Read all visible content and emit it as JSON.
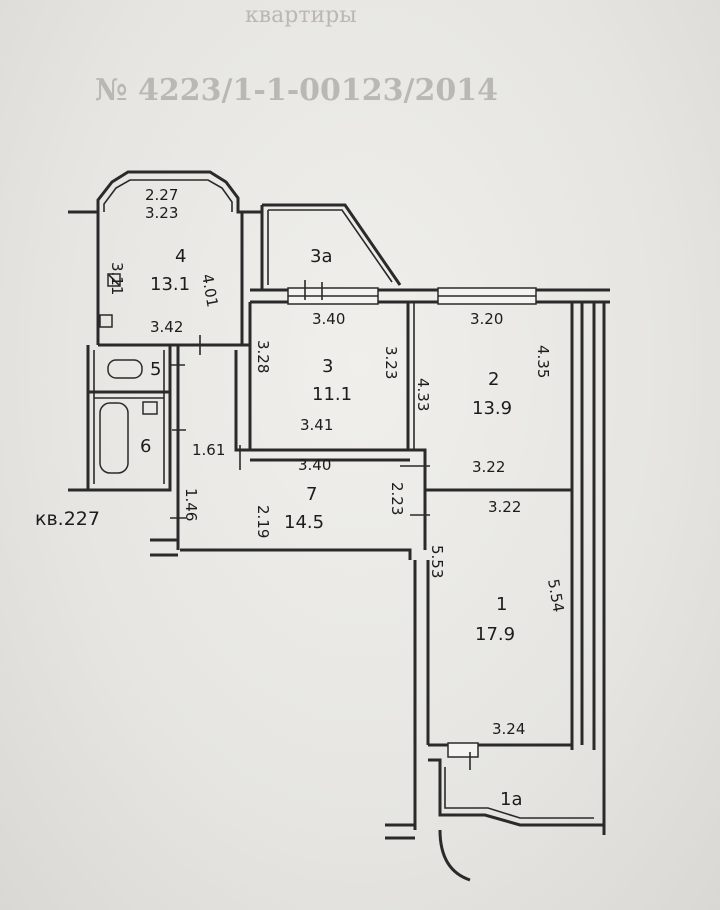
{
  "header_faded": {
    "line1": "квартиры",
    "line2": "№ 4223/1-1-00123/2014"
  },
  "apartment_label": "кв.227",
  "rooms": [
    {
      "id": "1",
      "area": "17.9"
    },
    {
      "id": "2",
      "area": "13.9"
    },
    {
      "id": "3",
      "area": "11.1"
    },
    {
      "id": "3а",
      "area": ""
    },
    {
      "id": "4",
      "area": "13.1"
    },
    {
      "id": "5",
      "area": ""
    },
    {
      "id": "6",
      "area": ""
    },
    {
      "id": "7",
      "area": "14.5"
    },
    {
      "id": "1а",
      "area": ""
    }
  ],
  "dimensions": {
    "kitchen_top": "2.27",
    "kitchen_top2": "3.23",
    "kitchen_left": "3.11",
    "kitchen_right": "4.01",
    "kitchen_bottom": "3.42",
    "room3_top": "3.40",
    "room3_left": "3.28",
    "room3_right": "3.23",
    "room3_bottom": "3.41",
    "room2_top": "3.20",
    "room2_right": "4.35",
    "room2_left": "4.33",
    "room2_bottom": "3.22",
    "hall_top": "3.40",
    "hall_left": "2.19",
    "hall_right": "2.23",
    "corridor_left": "1.61",
    "corridor_lower": "1.46",
    "room1_top": "3.22",
    "room1_left": "5.53",
    "room1_right": "5.54",
    "room1_bottom": "3.24"
  }
}
